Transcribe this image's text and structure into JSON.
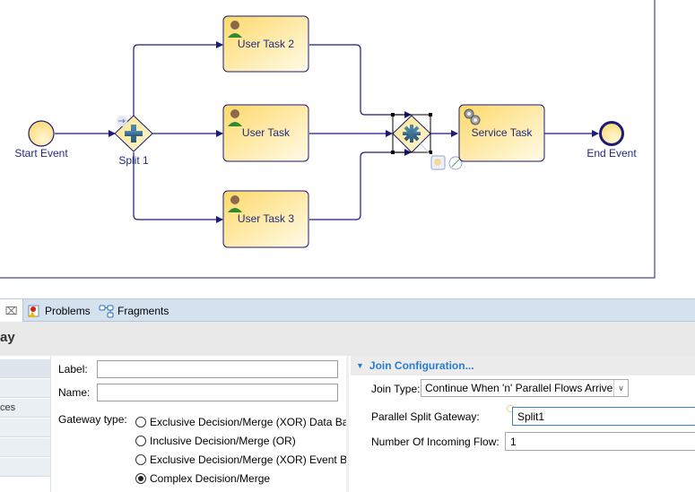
{
  "diagram": {
    "nodes": {
      "start_event": {
        "label": "Start Event",
        "type": "start-event"
      },
      "split": {
        "label": "Split 1",
        "type": "parallel-gateway"
      },
      "user_task_2": {
        "label": "User Task 2",
        "type": "user-task"
      },
      "user_task": {
        "label": "User Task",
        "type": "user-task"
      },
      "user_task_3": {
        "label": "User Task 3",
        "type": "user-task"
      },
      "join": {
        "label": "",
        "type": "complex-gateway",
        "selected": true
      },
      "service_task": {
        "label": "Service Task",
        "type": "service-task"
      },
      "end_event": {
        "label": "End Event",
        "type": "end-event"
      }
    },
    "colors": {
      "stroke": "#1b1b7a",
      "fill_top": "#fde08a",
      "fill_bottom": "#fff8dc",
      "gateway_icon": "#3b6e8f"
    }
  },
  "bottom_tabs": {
    "active_close": "⌧",
    "problems": "Problems",
    "fragments": "Fragments"
  },
  "properties": {
    "title": "ay",
    "side_tabs": [
      "",
      "",
      "ces",
      "",
      "",
      ""
    ],
    "label_label": "Label:",
    "label_value": "",
    "name_label": "Name:",
    "name_value": "",
    "gateway_type_label": "Gateway type:",
    "gateway_types": [
      {
        "label": "Exclusive Decision/Merge (XOR) Data Bas",
        "selected": false
      },
      {
        "label": "Inclusive Decision/Merge (OR)",
        "selected": false
      },
      {
        "label": "Exclusive Decision/Merge (XOR) Event Ba",
        "selected": false
      },
      {
        "label": "Complex Decision/Merge",
        "selected": true
      }
    ]
  },
  "join_config": {
    "section_title": "Join Configuration...",
    "join_type_label": "Join Type:",
    "join_type_value": "Continue When 'n' Parallel Flows Arrive",
    "parallel_split_label": "Parallel Split Gateway:",
    "parallel_split_value": "Split1",
    "incoming_flow_label": "Number Of Incoming Flow:",
    "incoming_flow_value": "1"
  }
}
